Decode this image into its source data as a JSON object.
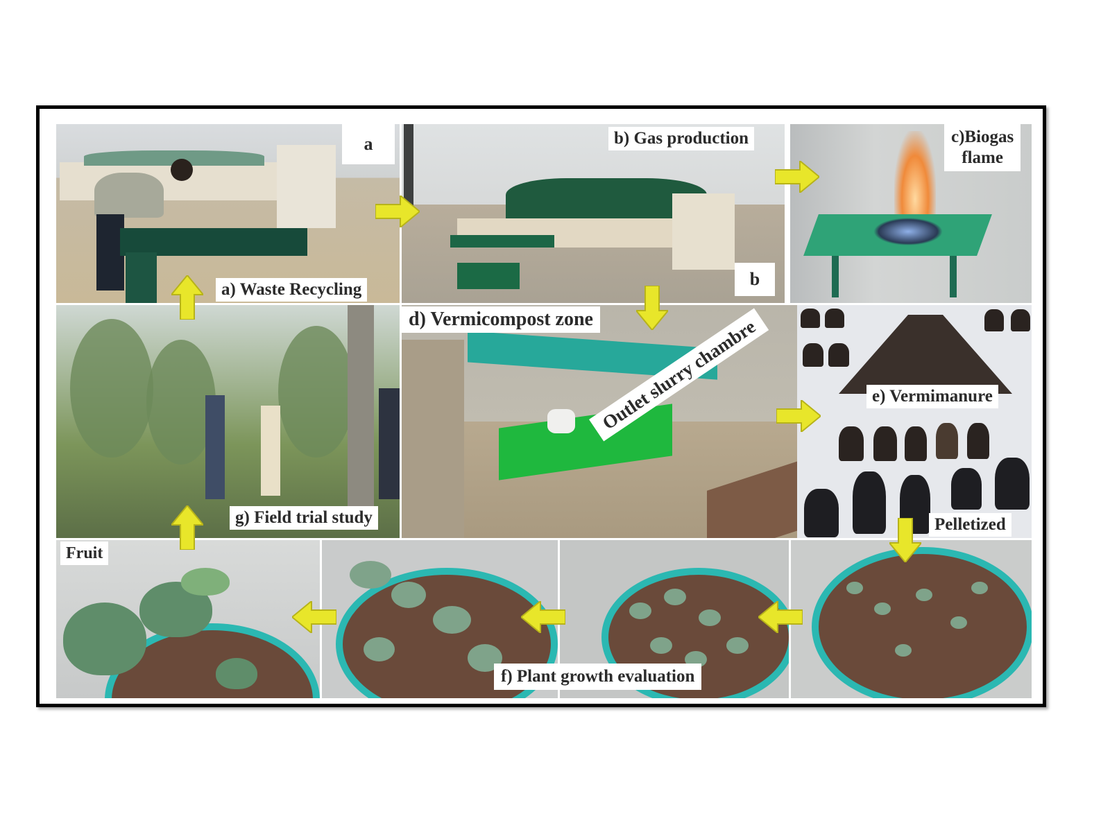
{
  "figure": {
    "type": "process flow composite",
    "description": "Biogas plant waste recycling cycle with vermicompost and plant growth evaluation",
    "colors": {
      "frame_border": "#000000",
      "label_bg": "#ffffff",
      "label_text": "#2b2b2b",
      "arrow": "#e8e62a",
      "arrow_shade": "#b7b31a"
    }
  },
  "panels": {
    "a": {
      "label": "a) Waste Recycling",
      "corner_tag": "a",
      "content": "man loading waste into green feeding machine"
    },
    "b": {
      "label": "b) Gas production",
      "corner_tag": "b",
      "content": "green biogas digester dome with inlet"
    },
    "c": {
      "label_line1": "c)Biogas",
      "label_line2": "flame",
      "content": "green stove burning biogas flame"
    },
    "d": {
      "label": "d) Vermicompost zone",
      "annotation": "Outlet slurry chambre",
      "content": "green vermicompost bins under shade net"
    },
    "e": {
      "label": "e) Vermimanure",
      "label2": "Pelletized",
      "content": "vermimanure pile and pelletized cylinders"
    },
    "f": {
      "label": "f) Plant growth evaluation",
      "content": "seedlings in teal pots at progressive stages"
    },
    "g": {
      "label": "g) Field trial study",
      "content": "people in a field trial plot"
    },
    "fruit": {
      "label": "Fruit"
    }
  },
  "flow": [
    {
      "from": "a",
      "to": "b",
      "direction": "right"
    },
    {
      "from": "b",
      "to": "c",
      "direction": "right"
    },
    {
      "from": "b",
      "to": "d",
      "direction": "down"
    },
    {
      "from": "d",
      "to": "e",
      "direction": "right"
    },
    {
      "from": "e",
      "to": "f",
      "direction": "down"
    },
    {
      "from": "f-stage-4",
      "to": "f-stage-3",
      "direction": "left"
    },
    {
      "from": "f-stage-3",
      "to": "f-stage-2",
      "direction": "left"
    },
    {
      "from": "f-stage-2",
      "to": "fruit",
      "direction": "left"
    },
    {
      "from": "fruit",
      "to": "g",
      "direction": "up"
    },
    {
      "from": "g",
      "to": "a",
      "direction": "up"
    }
  ]
}
